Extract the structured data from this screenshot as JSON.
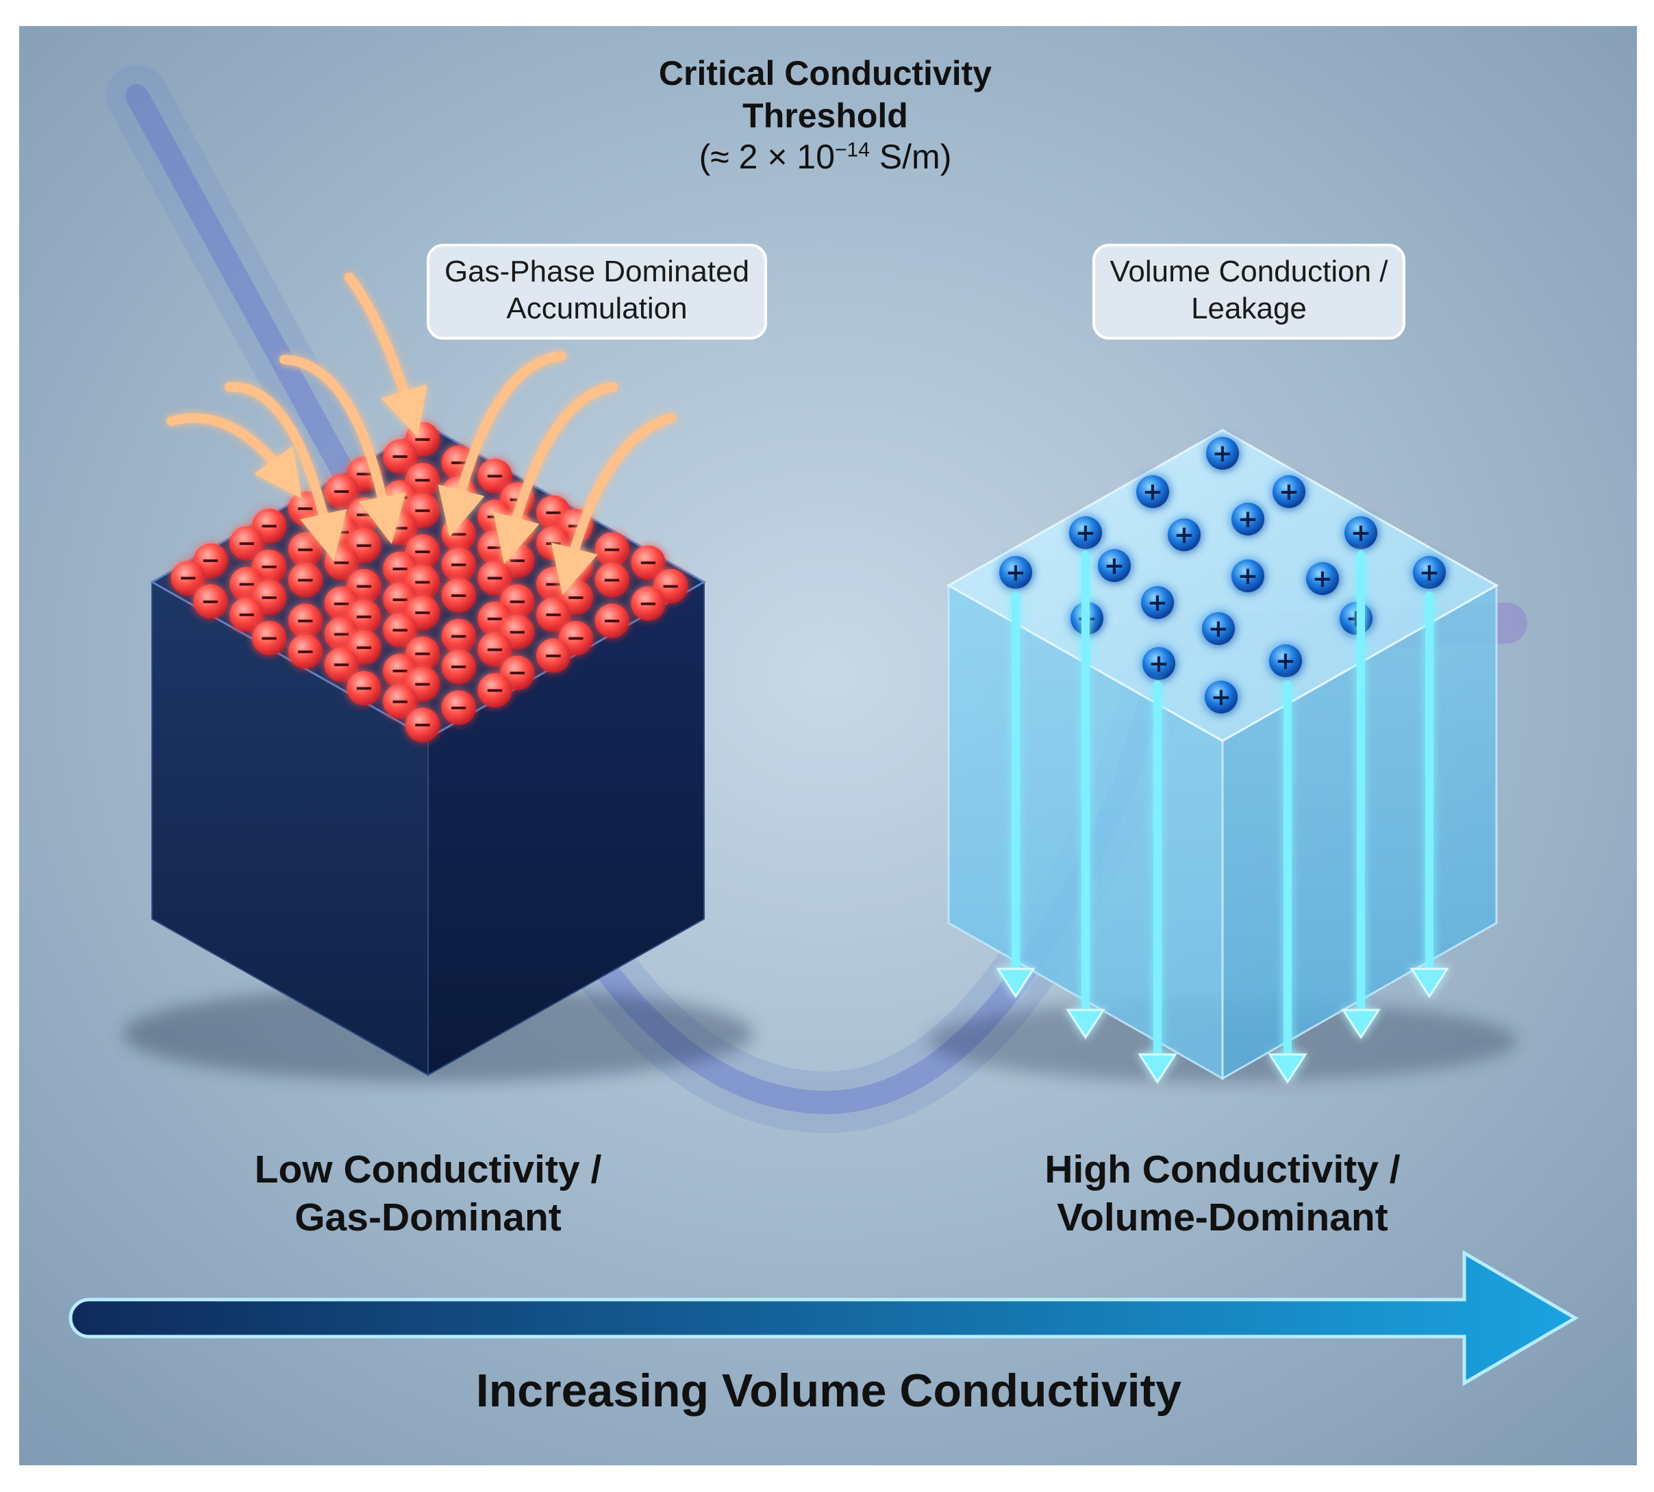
{
  "threshold": {
    "title_line1": "Critical Conductivity",
    "title_line2": "Threshold",
    "value_prefix": "(≈ 2 × 10",
    "value_exponent": "−14",
    "value_suffix": " S/m)"
  },
  "left_panel": {
    "callout_line1": "Gas-Phase Dominated",
    "callout_line2": "Accumulation",
    "label_line1": "Low Conductivity /",
    "label_line2": "Gas-Dominant",
    "charge_symbol": "−",
    "charge_color": "#ff4a4a",
    "arrow_color": "#ffc08a"
  },
  "right_panel": {
    "callout_line1": "Volume Conduction /",
    "callout_line2": "Leakage",
    "label_line1": "High Conductivity /",
    "label_line2": "Volume-Dominant",
    "charge_symbol": "+",
    "charge_color": "#1e7be0",
    "arrow_color": "#7ff0ff"
  },
  "axis": {
    "label": "Increasing Volume Conductivity",
    "gradient_start": "#0f2a5c",
    "gradient_end": "#1aa3e0"
  },
  "colors": {
    "background_center": "#b8ccdc",
    "background_edge": "#8aa4bb",
    "threshold_line": "#1fb4f5",
    "dark_cube": "#13264a",
    "light_cube": "#7fc8ef"
  }
}
